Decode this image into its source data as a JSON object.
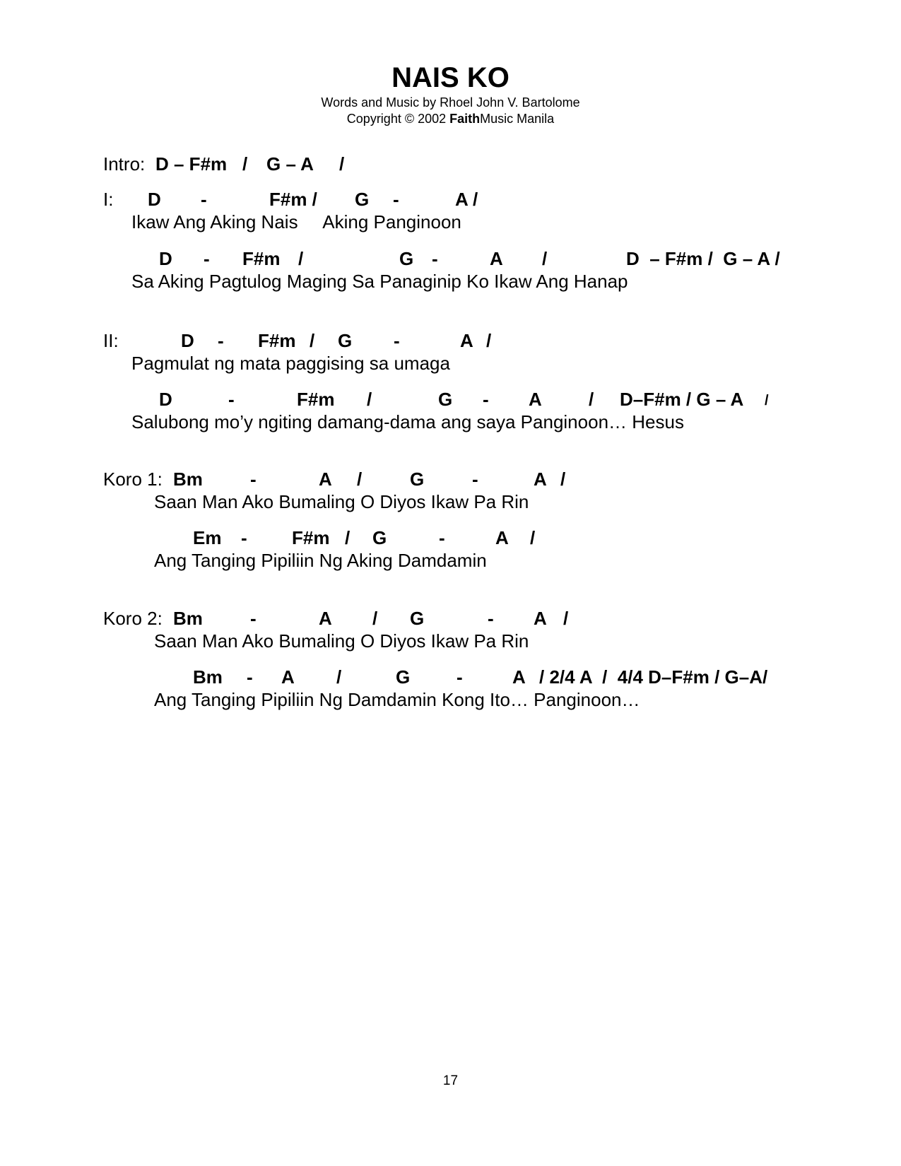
{
  "song": {
    "title": "NAIS KO",
    "credit": "Words and Music by Rhoel John V. Bartolome",
    "copyright_prefix": "Copyright © 2002 ",
    "copyright_brand": "Faith",
    "copyright_suffix": "Music Manila"
  },
  "intro": {
    "label": "Intro: ",
    "chords": [
      "D – F#m",
      "/",
      "G – A",
      "/"
    ]
  },
  "verse1": {
    "label": "I:",
    "line1_chords": [
      "D",
      "-",
      "F#m /",
      "G",
      "-",
      "A /"
    ],
    "line1_lyric": "Ikaw Ang Aking Nais     Aking Panginoon",
    "line2_chords": [
      "D",
      "-",
      "F#m",
      "/",
      "G",
      "-",
      "A",
      "/",
      "D  – F#m /  G – A /"
    ],
    "line2_lyric": "Sa Aking Pagtulog Maging Sa Panaginip Ko Ikaw Ang Hanap"
  },
  "verse2": {
    "label": "II:",
    "line1_chords": [
      "D",
      "-",
      "F#m",
      "/",
      "G",
      "-",
      "A",
      "/"
    ],
    "line1_lyric": "Pagmulat ng mata paggising sa umaga",
    "line2_chords": [
      "D",
      "-",
      "F#m",
      "/",
      "G",
      "-",
      "A",
      "/",
      "D–F#m / G – A",
      "/"
    ],
    "line2_lyric": "Salubong mo’y ngiting damang-dama ang saya Panginoon… Hesus"
  },
  "koro1": {
    "label": "Koro 1: ",
    "line1_chords": [
      "Bm",
      "-",
      "A",
      "/",
      "G",
      "-",
      "A",
      "/"
    ],
    "line1_lyric": "Saan Man Ako Bumaling O Diyos Ikaw Pa Rin",
    "line2_chords": [
      "Em",
      "-",
      "F#m",
      "/",
      "G",
      "-",
      "A",
      "/"
    ],
    "line2_lyric": "Ang Tanging Pipiliin Ng Aking Damdamin"
  },
  "koro2": {
    "label": "Koro 2: ",
    "line1_chords": [
      "Bm",
      "-",
      "A",
      "/",
      "G",
      "-",
      "A",
      "/"
    ],
    "line1_lyric": "Saan Man Ako Bumaling O Diyos Ikaw Pa Rin",
    "line2_chords": [
      "Bm",
      "-",
      "A",
      "/",
      "G",
      "-",
      "A",
      "/ 2/4 A  /  4/4 D–F#m / G–A/"
    ],
    "line2_lyric": "Ang Tanging Pipiliin Ng Damdamin Kong Ito… Panginoon…"
  },
  "footer": {
    "page_number": "17"
  }
}
